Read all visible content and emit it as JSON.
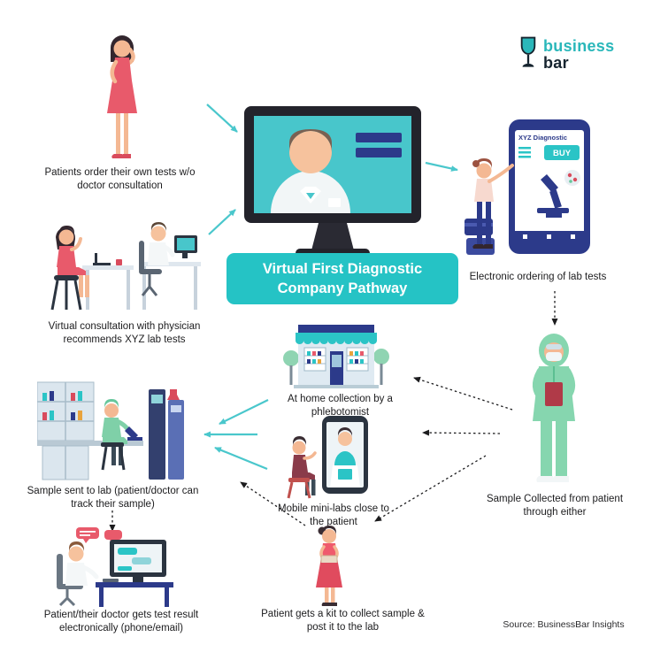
{
  "logo": {
    "name_top": "business",
    "name_bottom": "bar"
  },
  "title": "Virtual First Diagnostic Company Pathway",
  "captions": {
    "order_own": "Patients order their own tests w/o doctor consultation",
    "virtual_consult": "Virtual consultation with physician recommends XYZ lab tests",
    "electronic_ordering": "Electronic ordering of lab tests",
    "home_collection": "At home collection by a phlebotomist",
    "sample_collected": "Sample Collected from patient through either",
    "mobile_minilabs": "Mobile mini-labs close to the patient",
    "kit": "Patient gets a kit to collect sample & post it to the lab",
    "lab_tracking": "Sample sent to lab (patient/doctor can track their sample)",
    "results": "Patient/their doctor gets test result electronically (phone/email)"
  },
  "phone_app": {
    "header": "XYZ Diagnostic",
    "buy": "BUY"
  },
  "source": "Source: BusinessBar Insights",
  "colors": {
    "accent_teal": "#25c3c5",
    "navy": "#2c3a8a",
    "red": "#e85a6b",
    "green": "#86d6af",
    "dark_text": "#1c1c1e"
  }
}
